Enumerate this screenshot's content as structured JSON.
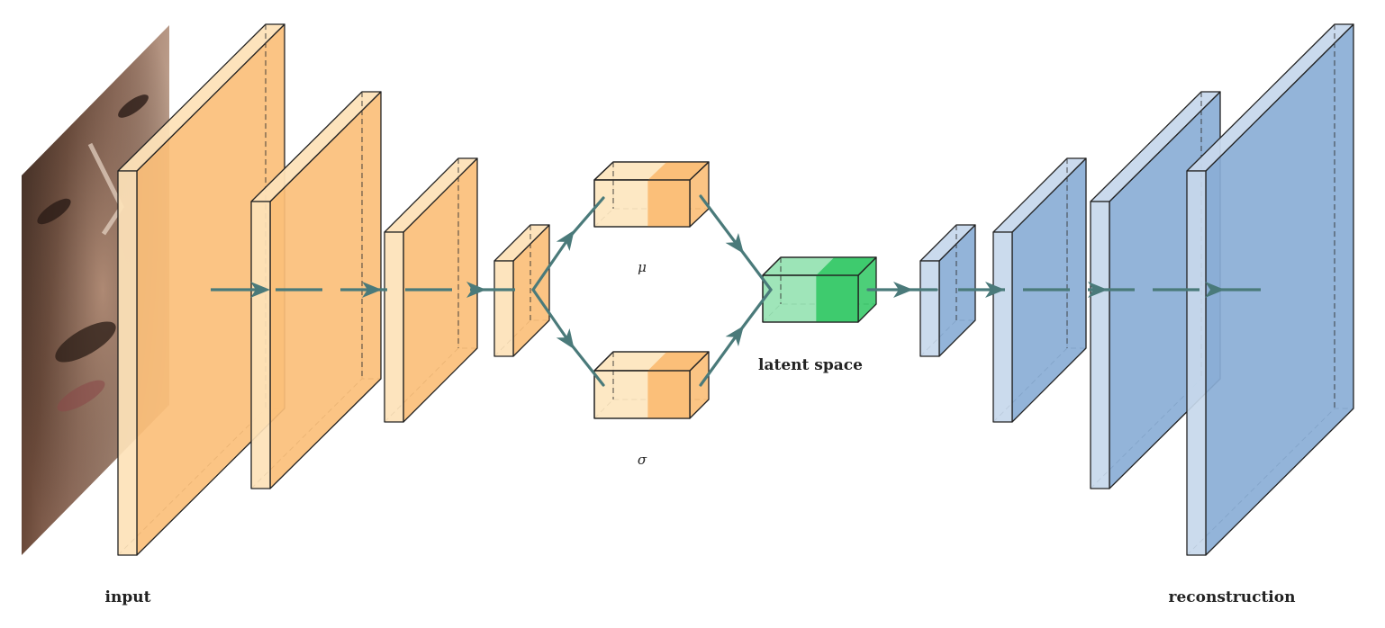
{
  "diagram": {
    "labels": {
      "input": "input",
      "mu": "μ",
      "latent": "latent space",
      "sigma": "σ",
      "output": "reconstruction"
    },
    "colors": {
      "encoder_fill": "#fbbf79",
      "encoder_light": "#fde2b8",
      "decoder_fill": "#8aaed6",
      "decoder_light": "#c7d8ec",
      "latent_fill": "#3ecb6e",
      "latent_light": "#97e3b3",
      "param_fill": "#fde6bf",
      "param_accent": "#fbbf79",
      "connection": "#4a7a7a",
      "edge": "#222222"
    },
    "icons": [
      "input-face-image",
      "arrow-right-icon"
    ]
  }
}
